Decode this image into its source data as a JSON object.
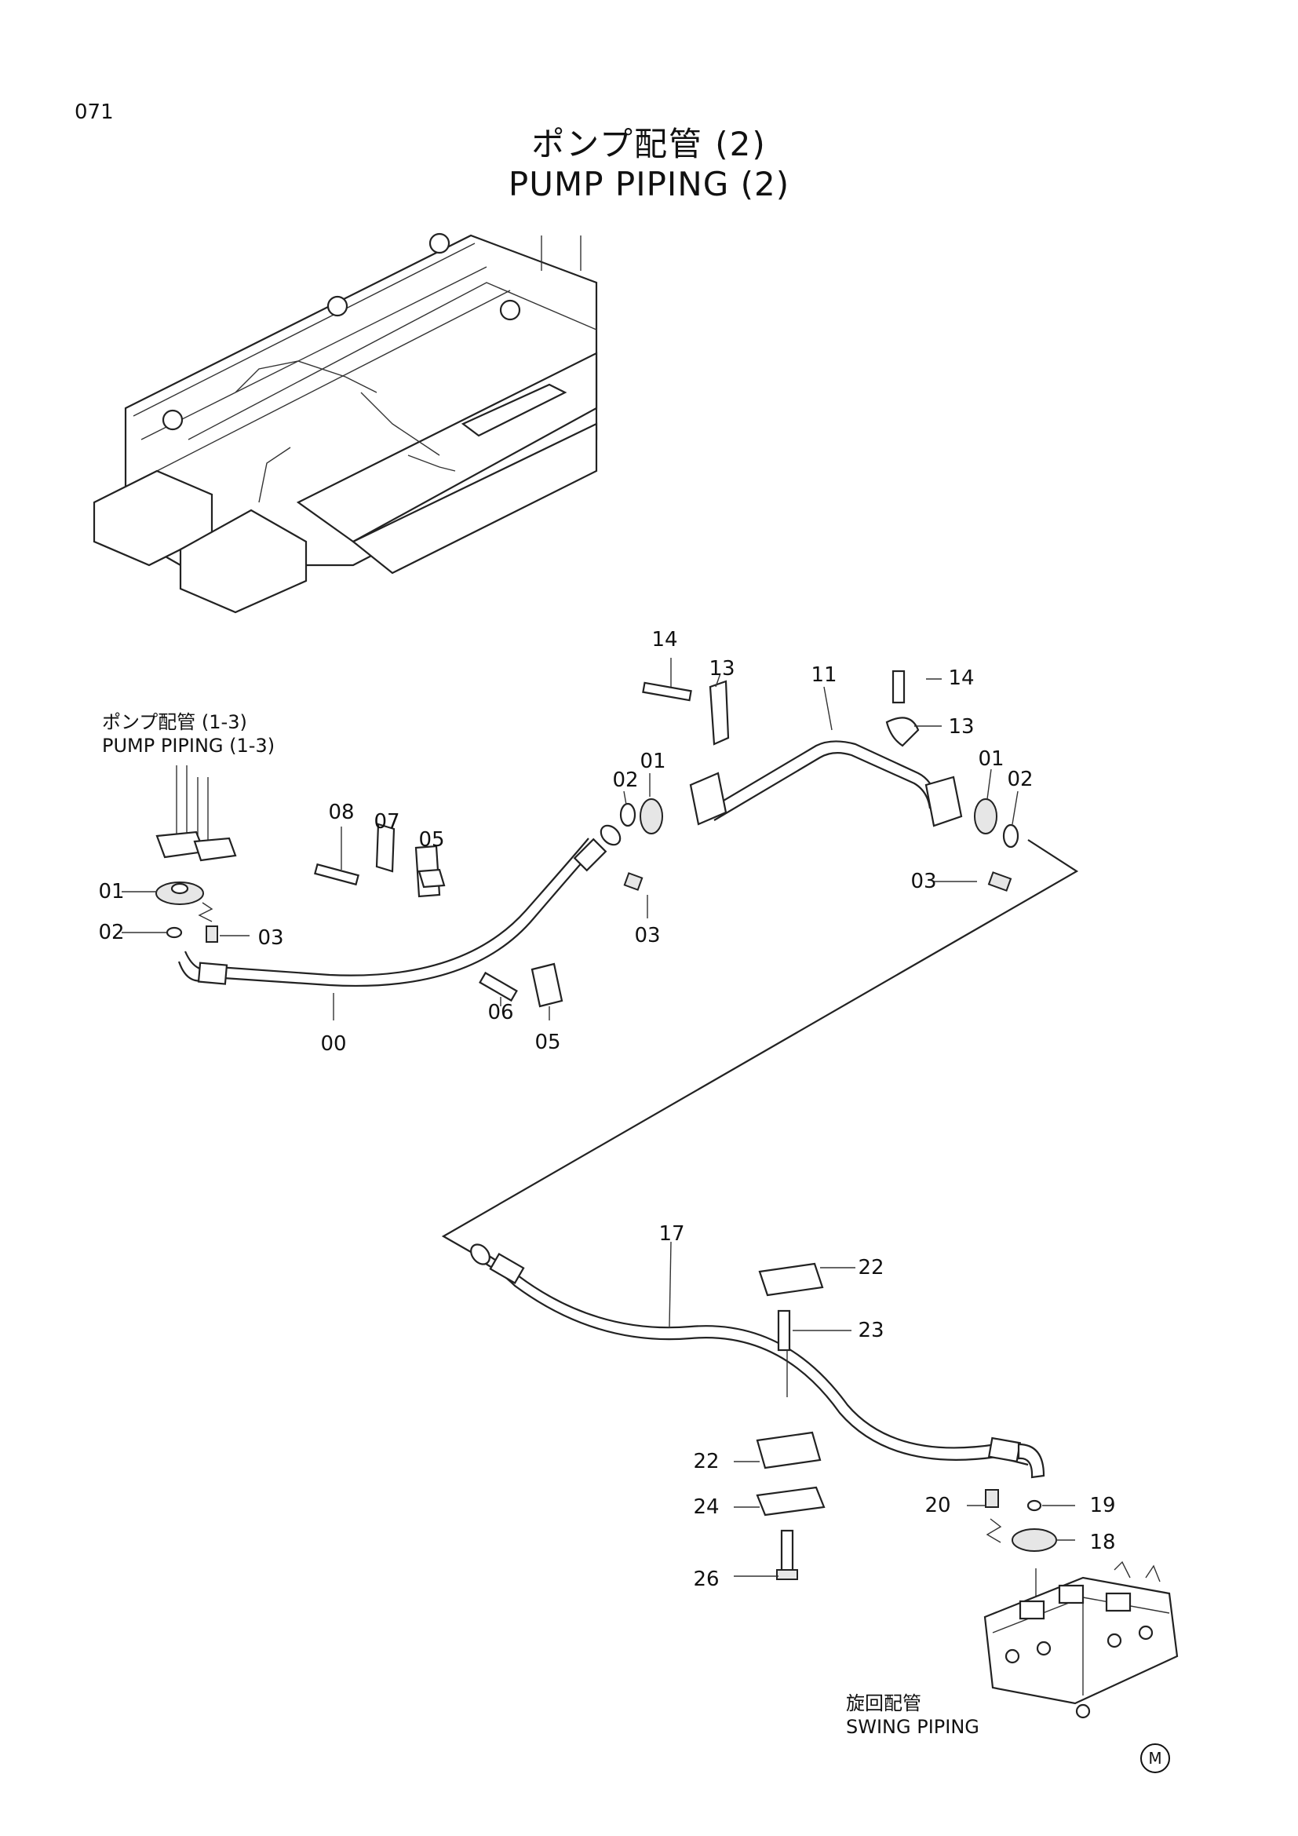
{
  "page_number": "071",
  "title": {
    "japanese": "ポンプ配管 (2)",
    "english": "PUMP PIPING (2)"
  },
  "references": {
    "pump_piping": {
      "japanese": "ポンプ配管 (1-3)",
      "english": "PUMP PIPING (1-3)"
    },
    "swing_piping": {
      "japanese": "旋回配管",
      "english": "SWING PIPING"
    }
  },
  "part_labels": [
    "14",
    "13",
    "11",
    "14",
    "13",
    "01",
    "02",
    "01",
    "02",
    "03",
    "03",
    "08",
    "07",
    "05",
    "01",
    "02",
    "03",
    "00",
    "06",
    "05",
    "17",
    "22",
    "23",
    "22",
    "24",
    "26",
    "20",
    "19",
    "18"
  ],
  "mark": "M"
}
